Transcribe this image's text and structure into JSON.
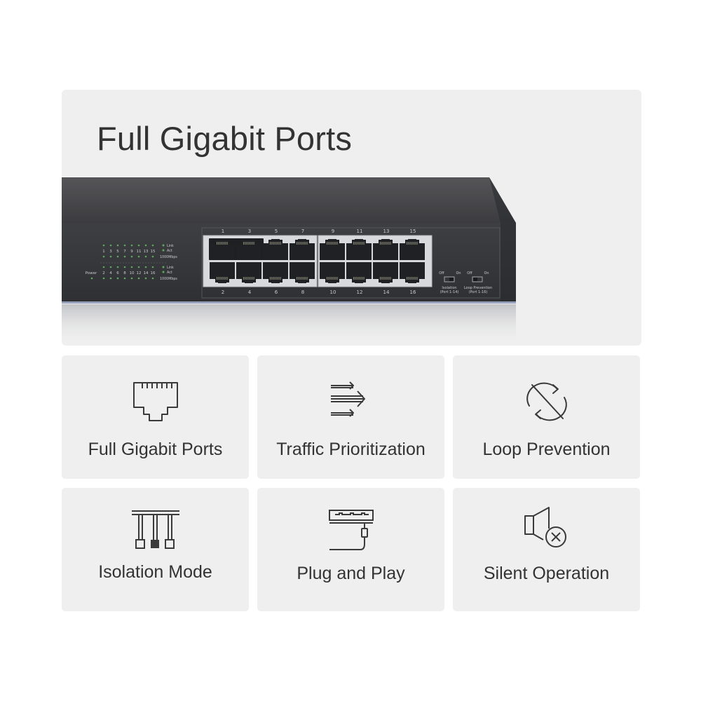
{
  "hero": {
    "title": "Full Gigabit Ports",
    "switch": {
      "top_ports": [
        "1",
        "3",
        "5",
        "7",
        "9",
        "11",
        "13",
        "15"
      ],
      "bottom_ports": [
        "2",
        "4",
        "6",
        "8",
        "10",
        "12",
        "14",
        "16"
      ],
      "led_top_numbers": [
        "1",
        "3",
        "5",
        "7",
        "9",
        "11",
        "13",
        "15"
      ],
      "led_bottom_numbers": [
        "2",
        "4",
        "6",
        "8",
        "10",
        "12",
        "14",
        "16"
      ],
      "led_top_labels": [
        "Link",
        "Act",
        "1000Mbps"
      ],
      "led_bottom_labels": [
        "Link",
        "Act",
        "1000Mbps"
      ],
      "power_label": "Power",
      "isolation": {
        "off": "Off",
        "on": "On",
        "name": "Isolation",
        "range": "(Port 1-14)"
      },
      "loop_prevention": {
        "off": "Off",
        "on": "On",
        "name": "Loop Prevention",
        "range": "(Port 1-16)"
      }
    }
  },
  "features": [
    {
      "label": "Full Gigabit Ports",
      "icon": "ethernet-port-icon"
    },
    {
      "label": "Traffic Prioritization",
      "icon": "traffic-arrows-icon"
    },
    {
      "label": "Loop Prevention",
      "icon": "loop-crossed-icon"
    },
    {
      "label": "Isolation Mode",
      "icon": "isolation-ports-icon"
    },
    {
      "label": "Plug and Play",
      "icon": "plug-switch-icon"
    },
    {
      "label": "Silent Operation",
      "icon": "speaker-muted-icon"
    }
  ]
}
